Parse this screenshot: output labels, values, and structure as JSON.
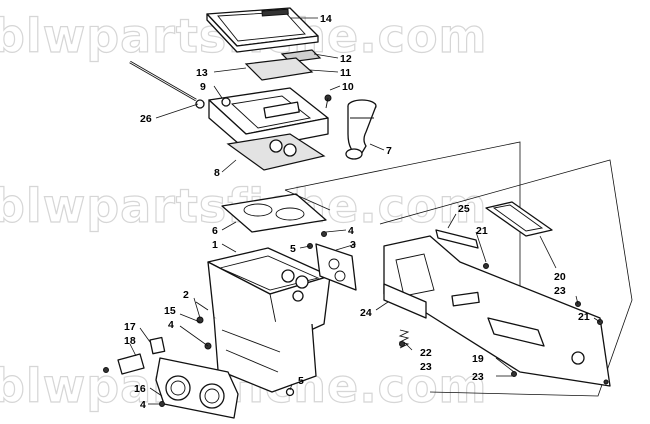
{
  "watermark": {
    "line1": "blwpartsfiche.com",
    "line2": "blwpartsfiche.com",
    "line3": "blwpartsfiche.com"
  },
  "callouts": [
    {
      "id": "c14",
      "text": "14"
    },
    {
      "id": "c12",
      "text": "12"
    },
    {
      "id": "c11",
      "text": "11"
    },
    {
      "id": "c13",
      "text": "13"
    },
    {
      "id": "c9",
      "text": "9"
    },
    {
      "id": "c10",
      "text": "10"
    },
    {
      "id": "c26",
      "text": "26"
    },
    {
      "id": "c7",
      "text": "7"
    },
    {
      "id": "c8",
      "text": "8"
    },
    {
      "id": "c6",
      "text": "6"
    },
    {
      "id": "c1",
      "text": "1"
    },
    {
      "id": "c4a",
      "text": "4"
    },
    {
      "id": "c5a",
      "text": "5"
    },
    {
      "id": "c3",
      "text": "3"
    },
    {
      "id": "c25",
      "text": "25"
    },
    {
      "id": "c21a",
      "text": "21"
    },
    {
      "id": "c20",
      "text": "20"
    },
    {
      "id": "c23a",
      "text": "23"
    },
    {
      "id": "c21b",
      "text": "21"
    },
    {
      "id": "c24",
      "text": "24"
    },
    {
      "id": "c2",
      "text": "2"
    },
    {
      "id": "c15",
      "text": "15"
    },
    {
      "id": "c4b",
      "text": "4"
    },
    {
      "id": "c17",
      "text": "17"
    },
    {
      "id": "c18",
      "text": "18"
    },
    {
      "id": "c22",
      "text": "22"
    },
    {
      "id": "c23b",
      "text": "23"
    },
    {
      "id": "c19",
      "text": "19"
    },
    {
      "id": "c23c",
      "text": "23"
    },
    {
      "id": "c16",
      "text": "16"
    },
    {
      "id": "c5b",
      "text": "5"
    },
    {
      "id": "c4c",
      "text": "4"
    }
  ]
}
